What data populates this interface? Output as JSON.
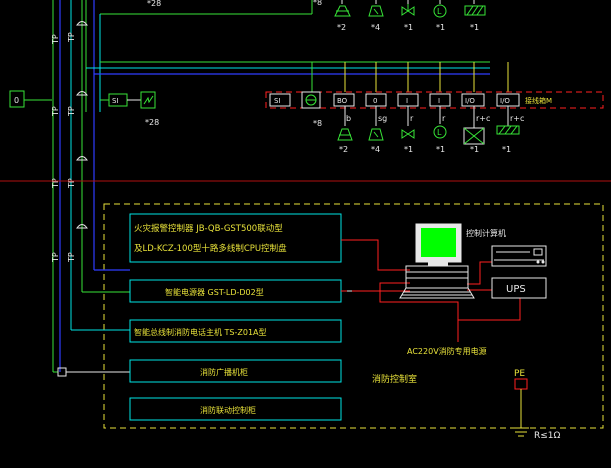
{
  "colors": {
    "background": "#000000",
    "bus_blue": "#2f3cff",
    "line_cyan": "#00e5e5",
    "line_green": "#37e437",
    "line_yellow": "#e8e23a",
    "line_white": "#e8e8e8",
    "line_red": "#ff2020",
    "separator_red": "#b01010",
    "frame_yellow": "#e8e23a",
    "text_yellow": "#e8e23a",
    "text_cyan": "#00e5e5",
    "text_white": "#ffffff",
    "monitor_green": "#00ff00"
  },
  "top_partial": {
    "label_left": "*28",
    "label_right": "*8"
  },
  "top_symbol_row": {
    "counts": [
      "*2",
      "*4",
      "*1",
      "*1",
      "*1"
    ],
    "glyphs": [
      "",
      "",
      "",
      "L",
      ""
    ]
  },
  "bus_row": {
    "left_box_label": "0",
    "left_module_label": "SI",
    "left_module_count": "*28",
    "modules": [
      "SI",
      "",
      "BO",
      "0",
      "I",
      "I",
      "I/O",
      "I/O"
    ],
    "module_below_count": "*8",
    "dashed_zone_label": "接线箱M"
  },
  "lower_symbol_row": {
    "wire_labels": [
      "b",
      "sg",
      "r",
      "r",
      "r+c",
      "r+c"
    ],
    "counts": [
      "*2",
      "*4",
      "*1",
      "*1",
      "*1",
      "*1"
    ],
    "glyphs": [
      "",
      "",
      "",
      "L",
      "",
      ""
    ]
  },
  "riser_labels": [
    "TP",
    "TP",
    "TP",
    "TP",
    "TP",
    "TP",
    "TP",
    "TP"
  ],
  "control_room": {
    "room_label": "消防控制室",
    "boxes": [
      "火灾报警控制器 JB-QB-GST500联动型",
      "及LD-KCZ-100型十路多线制CPU控制盘",
      "智能电源器 GST-LD-D02型",
      "智能总线制消防电话主机 TS-Z01A型",
      "消防广播机柜",
      "消防联动控制柜"
    ],
    "computer_label": "控制计算机",
    "ups_label": "UPS",
    "power_label": "AC220V消防专用电源",
    "pe_label": "PE",
    "resistance_label": "R≤1Ω"
  }
}
